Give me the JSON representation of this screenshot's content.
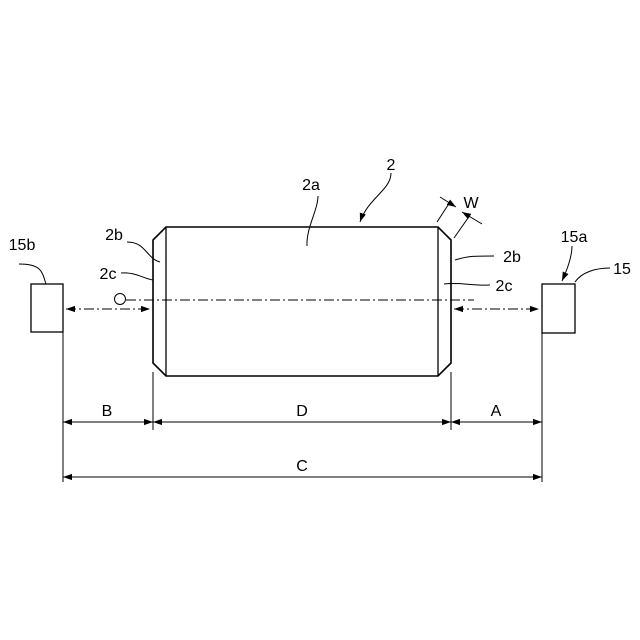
{
  "labels": {
    "workpiece": "2",
    "outer_surface": "2a",
    "chamfer_left": "2b",
    "chamfer_right": "2b",
    "edge_left": "2c",
    "edge_right": "2c",
    "sensor_left": "15b",
    "sensor_right_face": "15a",
    "sensor_right": "15",
    "chamfer_width": "W"
  },
  "dimensions": {
    "gap_left": "B",
    "body_length": "D",
    "gap_right": "A",
    "total": "C"
  }
}
